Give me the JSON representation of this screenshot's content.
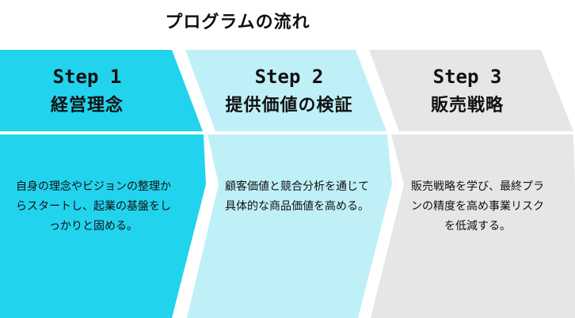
{
  "title": "プログラムの流れ",
  "steps": [
    {
      "number": "Step 1",
      "name": "経営理念",
      "description": "自身の理念やビジョンの整理からスタートし、起業の基盤をしっかりと固める。",
      "color": "#22d3ee"
    },
    {
      "number": "Step 2",
      "name": "提供価値の検証",
      "description": "顧客価値と競合分析を通じて具体的な商品価値を高める。",
      "color": "#bff0f7"
    },
    {
      "number": "Step 3",
      "name": "販売戦略",
      "description": "販売戦略を学び、最終プランの精度を高め事業リスクを低減する。",
      "color": "#e6e6e6"
    }
  ]
}
